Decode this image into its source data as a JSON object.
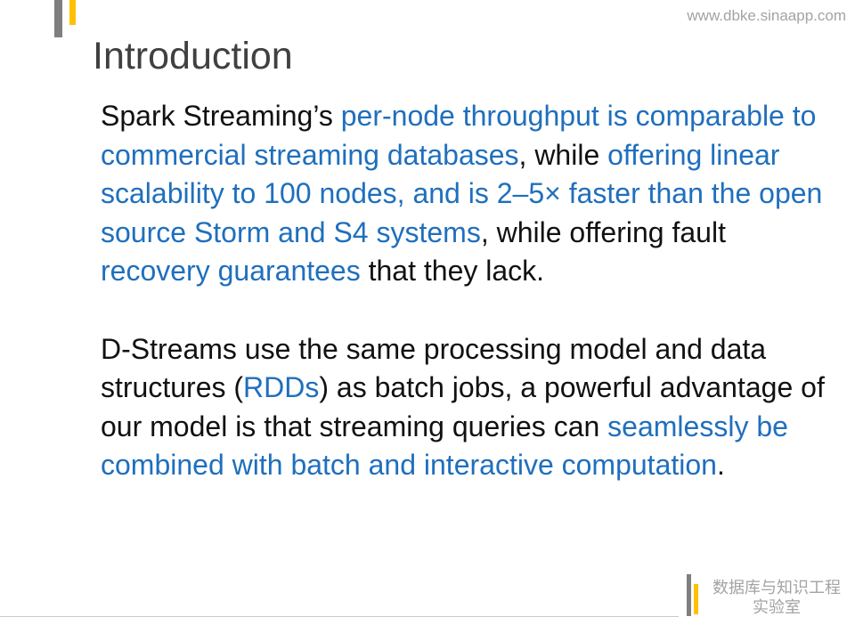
{
  "header": {
    "url": "www.dbke.sinaapp.com"
  },
  "title": "Introduction",
  "colors": {
    "highlight": "#1f6fbd",
    "text": "#111111",
    "title": "#404040",
    "muted": "#a3a3a3",
    "accent_gray": "#7f7f7f",
    "accent_yellow": "#ffc000",
    "rule": "#c9c9c9"
  },
  "body": {
    "paragraphs": [
      {
        "lines": [
          [
            {
              "text": "Spark Streaming’s ",
              "highlight": false
            },
            {
              "text": "per-node throughput is comparable to",
              "highlight": true
            }
          ],
          [
            {
              "text": "commercial streaming databases",
              "highlight": true
            },
            {
              "text": ", while ",
              "highlight": false
            },
            {
              "text": "offering linear",
              "highlight": true
            }
          ],
          [
            {
              "text": "scalability to 100 nodes, and is 2–5× faster than the open",
              "highlight": true
            }
          ],
          [
            {
              "text": "source Storm and S4 systems",
              "highlight": true
            },
            {
              "text": ", while offering fault",
              "highlight": false
            }
          ],
          [
            {
              "text": "recovery guarantees",
              "highlight": true
            },
            {
              "text": " that they lack.",
              "highlight": false
            }
          ]
        ]
      },
      {
        "lines": [
          [
            {
              "text": "D-Streams use the same processing model and data",
              "highlight": false
            }
          ],
          [
            {
              "text": "structures (",
              "highlight": false
            },
            {
              "text": "RDDs",
              "highlight": true
            },
            {
              "text": ") as batch jobs, a powerful advantage of",
              "highlight": false
            }
          ],
          [
            {
              "text": "our model is that streaming queries can ",
              "highlight": false
            },
            {
              "text": "seamlessly be",
              "highlight": true
            }
          ],
          [
            {
              "text": "combined with batch and interactive computation",
              "highlight": true
            },
            {
              "text": ".",
              "highlight": false
            }
          ]
        ]
      }
    ]
  },
  "footer": {
    "lab_line1": "数据库与知识工程",
    "lab_line2": "实验室"
  }
}
